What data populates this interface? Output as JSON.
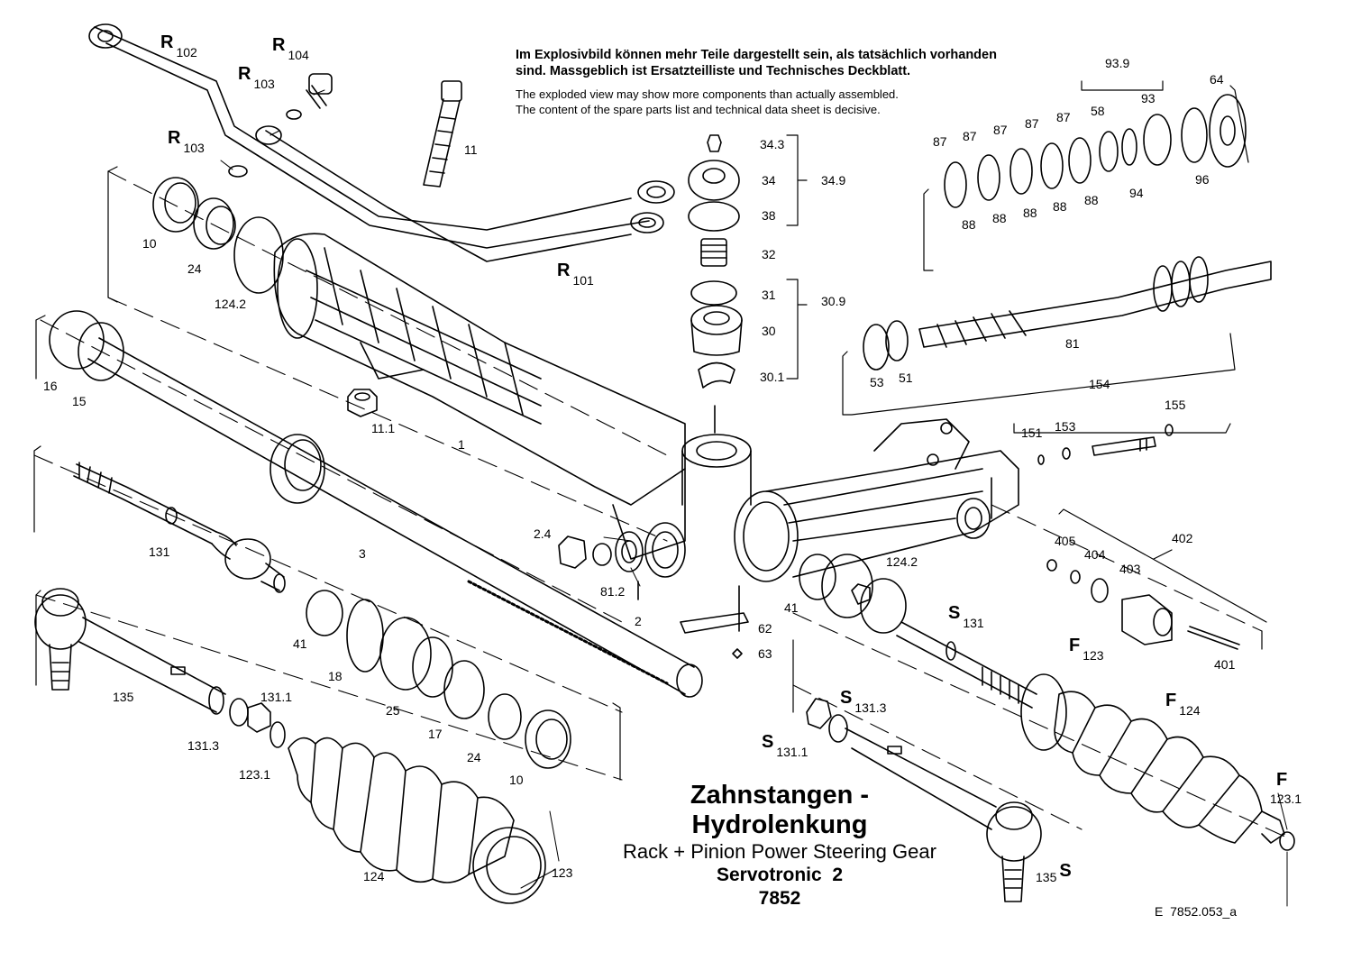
{
  "notice": {
    "de_line1": "Im Explosivbild können mehr Teile dargestellt sein, als tatsächlich vorhanden",
    "de_line2": "sind. Massgeblich ist Ersatzteilliste und Technisches Deckblatt.",
    "en_line1": "The exploded view may show more components than actually assembled.",
    "en_line2": "The content of the spare parts list and technical data sheet is decisive."
  },
  "title": {
    "line1": "Zahnstangen -",
    "line2": "Hydrolenkung",
    "line3": "Rack + Pinion Power Steering Gear",
    "line4": "Servotronic  2",
    "line5": "7852"
  },
  "document_id": "E  7852.053_a",
  "part_labels": {
    "p1": "1",
    "p2": "2",
    "p2_4": "2.4",
    "p3": "3",
    "p10a": "10",
    "p10b": "10",
    "p11": "11",
    "p11_1": "11.1",
    "p15": "15",
    "p16": "16",
    "p17": "17",
    "p18": "18",
    "p24a": "24",
    "p24b": "24",
    "p25": "25",
    "p30": "30",
    "p30_1": "30.1",
    "p30_9": "30.9",
    "p31": "31",
    "p32": "32",
    "p34": "34",
    "p34_3": "34.3",
    "p34_9": "34.9",
    "p38": "38",
    "p41a": "41",
    "p41b": "41",
    "p51": "51",
    "p53": "53",
    "p58": "58",
    "p62": "62",
    "p63": "63",
    "p64": "64",
    "p81": "81",
    "p81_2": "81.2",
    "p87a": "87",
    "p87b": "87",
    "p87c": "87",
    "p87d": "87",
    "p87e": "87",
    "p88a": "88",
    "p88b": "88",
    "p88c": "88",
    "p88d": "88",
    "p88e": "88",
    "p93": "93",
    "p93_9": "93.9",
    "p94": "94",
    "p96": "96",
    "p123": "123",
    "p123_1": "123.1",
    "p124": "124",
    "p124_2a": "124.2",
    "p124_2b": "124.2",
    "p131": "131",
    "p131_1": "131.1",
    "p131_3": "131.3",
    "p135": "135",
    "p151": "151",
    "p153": "153",
    "p154": "154",
    "p155": "155",
    "p401": "401",
    "p402": "402",
    "p403": "403",
    "p404": "404",
    "p405": "405"
  },
  "ref_labels": {
    "R101": {
      "letter": "R",
      "num": "101"
    },
    "R102": {
      "letter": "R",
      "num": "102"
    },
    "R103a": {
      "letter": "R",
      "num": "103"
    },
    "R103b": {
      "letter": "R",
      "num": "103"
    },
    "R104": {
      "letter": "R",
      "num": "104"
    },
    "S131": {
      "letter": "S",
      "num": "131"
    },
    "S131_1": {
      "letter": "S",
      "num": "131.1"
    },
    "S131_3": {
      "letter": "S",
      "num": "131.3"
    },
    "S135": {
      "letter": "S",
      "num": "135"
    },
    "F": {
      "letter": "F",
      "num": "123.1"
    },
    "F123": {
      "letter": "F",
      "num": "123"
    },
    "F124": {
      "letter": "F",
      "num": "124"
    }
  }
}
